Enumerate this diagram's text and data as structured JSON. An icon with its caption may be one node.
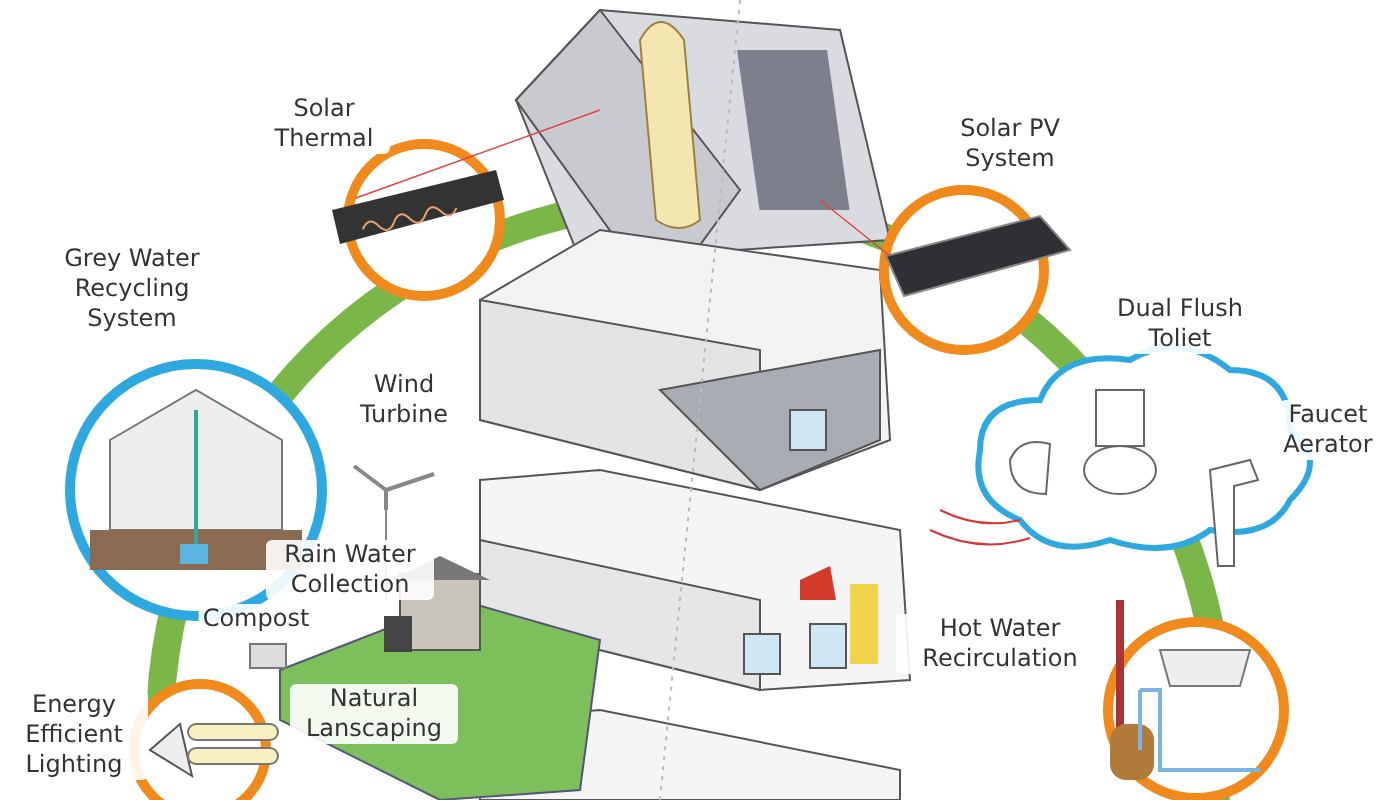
{
  "diagram": {
    "labels": [
      "Solar Thermal",
      "Solar PV System",
      "Dual Flush Toliet",
      "Grey Water Recycling System",
      "Wind Turbine",
      "Faucet Aerator",
      "Rain Water Collection",
      "Compost",
      "Hot Water Recirculation",
      "Natural Lanscaping",
      "Energy Efficient Lighting"
    ]
  }
}
